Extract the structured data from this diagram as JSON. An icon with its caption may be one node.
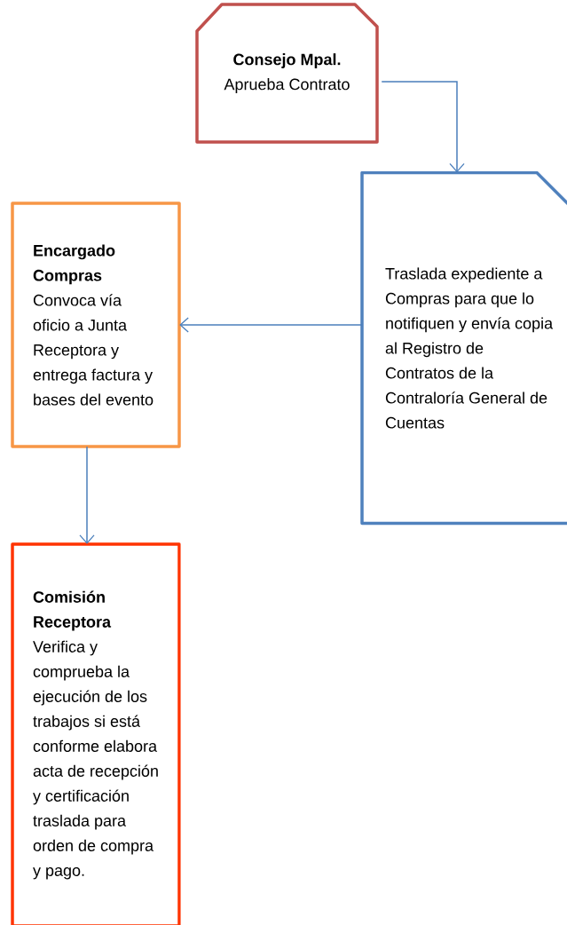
{
  "diagram": {
    "nodes": [
      {
        "text": [
          "Consejo Mpal.",
          "Aprueba Contrato"
        ]
      },
      {
        "text": [
          "Traslada expediente a Compras para que lo notifiquen y envía copia al Registro de Contratos de la Contraloría General de Cuentas"
        ]
      },
      {
        "text": [
          "Encargado Compras",
          "Convoca vía oficio a Junta Receptora y entrega factura y bases del evento"
        ]
      },
      {
        "text": [
          "Comisión Receptora",
          "Verifica y comprueba la ejecución de los trabajos si está conforme elabora acta de recepción y certificación traslada para orden de compra y pago."
        ]
      }
    ],
    "edges": [
      {
        "from": 0,
        "to": 1,
        "arrow": "to"
      },
      {
        "from": 1,
        "to": 2,
        "arrow": "to"
      },
      {
        "from": 2,
        "to": 3,
        "arrow": "to"
      }
    ]
  }
}
